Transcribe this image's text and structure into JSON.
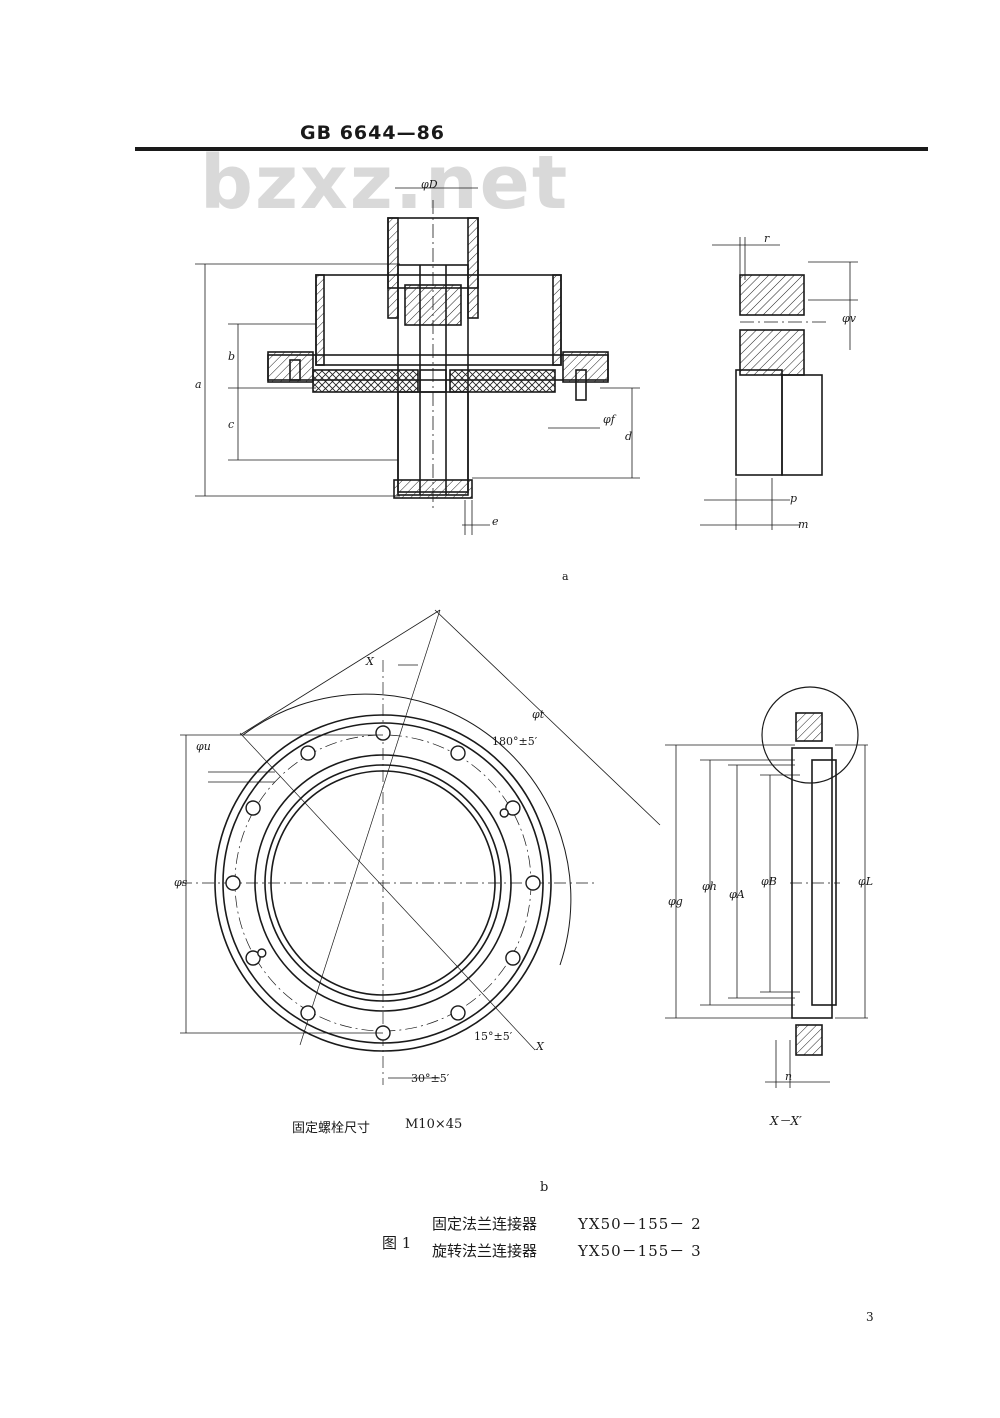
{
  "header": {
    "standard": "GB 6644—86"
  },
  "watermark": "bzxz.net",
  "figure_a": {
    "sublabel": "a",
    "dims": {
      "D": "φD",
      "a": "a",
      "b": "b",
      "c": "c",
      "d": "d",
      "e": "e",
      "f": "φf",
      "r": "r",
      "v": "φv",
      "p": "p",
      "m": "m"
    }
  },
  "figure_b": {
    "sublabel": "b",
    "dims": {
      "X_top": "X",
      "X_bot": "X",
      "t": "φt",
      "angle_180": "180°±5′",
      "angle_15": "15°±5′",
      "angle_30": "30°±5′",
      "u": "φu",
      "s": "φs",
      "g": "φg",
      "h": "φh",
      "A": "φA",
      "B": "φB",
      "L": "φL",
      "n": "n"
    },
    "bolt_note": {
      "label": "固定螺栓尺寸",
      "value": "M10×45"
    },
    "section_label": "X－X′"
  },
  "caption": {
    "figure_no": "图 1",
    "lines": [
      {
        "name": "固定法兰连接器",
        "code": "YX50－155－ 2"
      },
      {
        "name": "旋转法兰连接器",
        "code": "YX50－155－ 3"
      }
    ]
  },
  "page_number": "3"
}
